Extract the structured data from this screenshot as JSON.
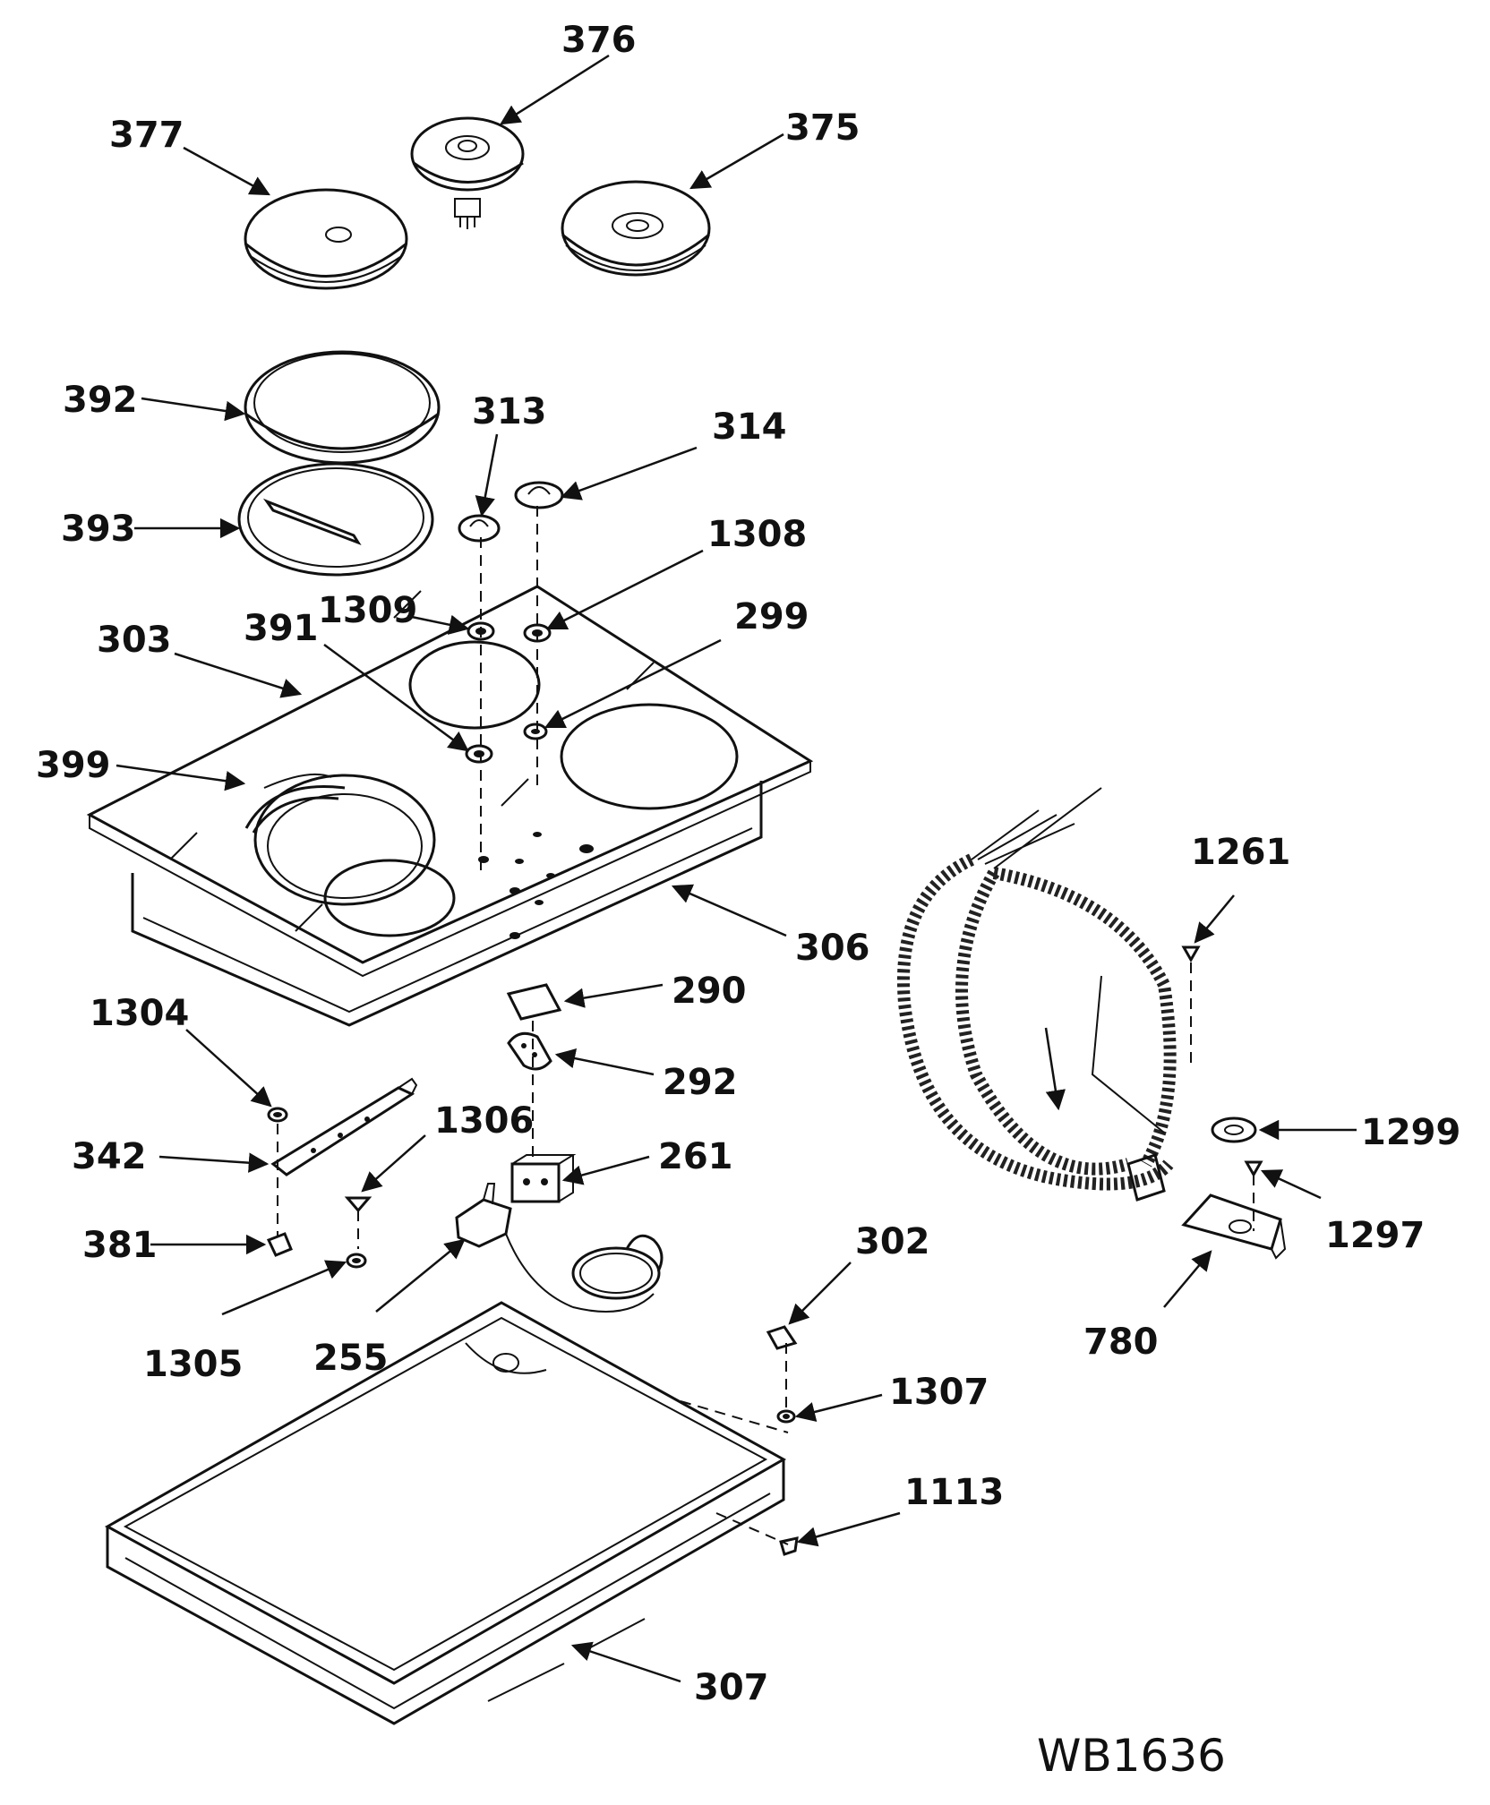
{
  "diagram": {
    "reference_code": "WB1636",
    "callouts": [
      {
        "key": "c376",
        "text": "376"
      },
      {
        "key": "c377",
        "text": "377"
      },
      {
        "key": "c375",
        "text": "375"
      },
      {
        "key": "c392",
        "text": "392"
      },
      {
        "key": "c313",
        "text": "313"
      },
      {
        "key": "c314",
        "text": "314"
      },
      {
        "key": "c393",
        "text": "393"
      },
      {
        "key": "c1308",
        "text": "1308"
      },
      {
        "key": "c1309",
        "text": "1309"
      },
      {
        "key": "c303",
        "text": "303"
      },
      {
        "key": "c391",
        "text": "391"
      },
      {
        "key": "c299",
        "text": "299"
      },
      {
        "key": "c399",
        "text": "399"
      },
      {
        "key": "c1261",
        "text": "1261"
      },
      {
        "key": "c306",
        "text": "306"
      },
      {
        "key": "c290",
        "text": "290"
      },
      {
        "key": "c1304",
        "text": "1304"
      },
      {
        "key": "c292",
        "text": "292"
      },
      {
        "key": "c1306",
        "text": "1306"
      },
      {
        "key": "c1299",
        "text": "1299"
      },
      {
        "key": "c342",
        "text": "342"
      },
      {
        "key": "c261",
        "text": "261"
      },
      {
        "key": "c1297",
        "text": "1297"
      },
      {
        "key": "c381",
        "text": "381"
      },
      {
        "key": "c302",
        "text": "302"
      },
      {
        "key": "c780",
        "text": "780"
      },
      {
        "key": "c1305",
        "text": "1305"
      },
      {
        "key": "c255",
        "text": "255"
      },
      {
        "key": "c1307",
        "text": "1307"
      },
      {
        "key": "c1113",
        "text": "1113"
      },
      {
        "key": "c307",
        "text": "307"
      }
    ]
  }
}
